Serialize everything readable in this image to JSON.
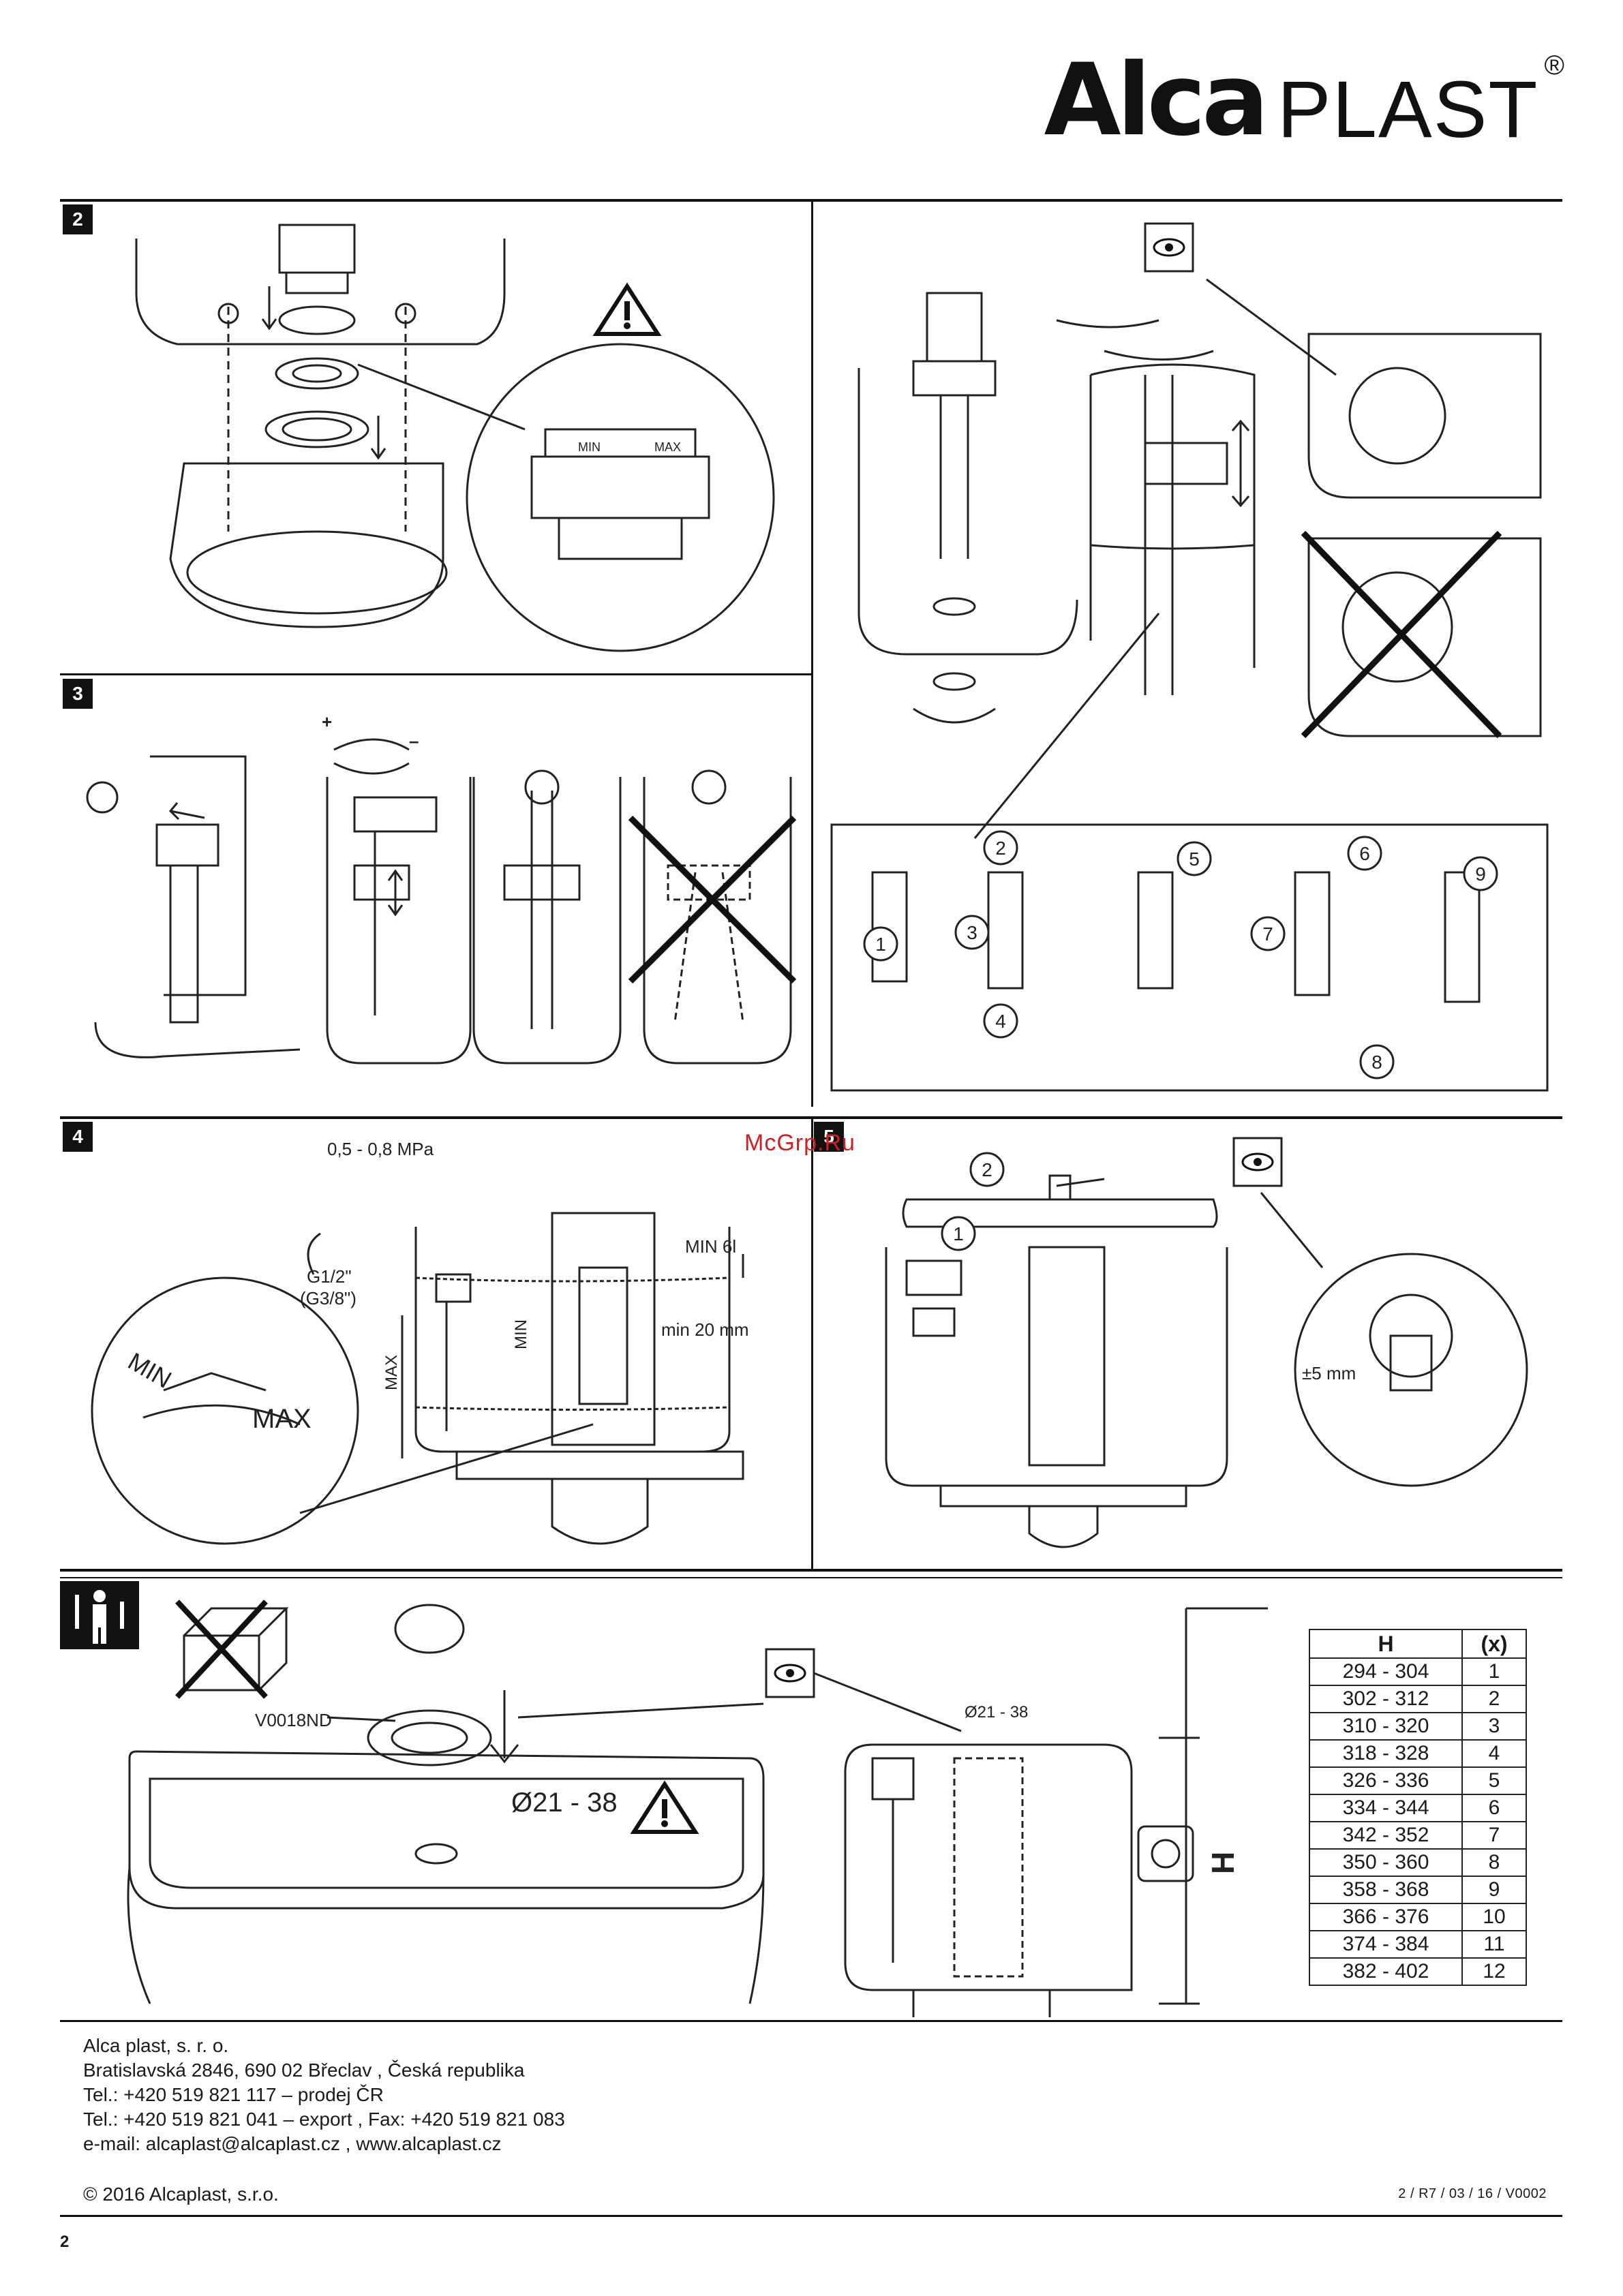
{
  "brand": {
    "alca": "Alca",
    "plast": "PLAST",
    "reg": "®"
  },
  "sections": {
    "s2": "2",
    "s3": "3",
    "s4": "4",
    "s5": "5"
  },
  "warning_icon": "warning-triangle-icon",
  "eye_icon": "eye-icon",
  "tools_icon": "tools-icon",
  "step_numbers": [
    "1",
    "2",
    "3",
    "4",
    "5",
    "6",
    "7",
    "8",
    "9"
  ],
  "section2": {
    "min_label": "MIN",
    "max_label": "MAX"
  },
  "section3": {
    "plus": "+",
    "minus": "–"
  },
  "section4": {
    "pressure": "0,5 - 0,8 MPa",
    "thread1": "G1/2\"",
    "thread2": "(G3/8\")",
    "min_volume": "MIN  6l",
    "min_height": "min 20 mm",
    "max_vertical": "MAX",
    "min_vertical": "MIN",
    "dial_min": "MIN",
    "dial_max": "MAX"
  },
  "section5": {
    "tolerance": "±5 mm",
    "step1": "1",
    "step2": "2"
  },
  "bottom": {
    "product_code": "V0018ND",
    "diameter_large": "Ø21 - 38",
    "diameter_small": "Ø21 - 38",
    "h_label": "H"
  },
  "h_table": {
    "headers": [
      "H",
      "(x)"
    ],
    "rows": [
      [
        "294 - 304",
        "1"
      ],
      [
        "302 - 312",
        "2"
      ],
      [
        "310 - 320",
        "3"
      ],
      [
        "318 - 328",
        "4"
      ],
      [
        "326 - 336",
        "5"
      ],
      [
        "334 - 344",
        "6"
      ],
      [
        "342 - 352",
        "7"
      ],
      [
        "350 - 360",
        "8"
      ],
      [
        "358 - 368",
        "9"
      ],
      [
        "366 - 376",
        "10"
      ],
      [
        "374 - 384",
        "11"
      ],
      [
        "382 - 402",
        "12"
      ]
    ]
  },
  "watermark": "McGrp.Ru",
  "footer": {
    "lines": [
      "Alca plast, s. r. o.",
      "Bratislavská 2846, 690 02 Břeclav , Česká republika",
      "Tel.: +420 519 821 117 – prodej ČR",
      "Tel.: +420 519 821 041 – export , Fax: +420 519 821 083",
      "e-mail: alcaplast@alcaplast.cz , www.alcaplast.cz"
    ],
    "copyright": "© 2016 Alcaplast, s.r.o.",
    "doc_ref": "2 / R7 / 03 / 16 / V0002",
    "page_number": "2"
  }
}
